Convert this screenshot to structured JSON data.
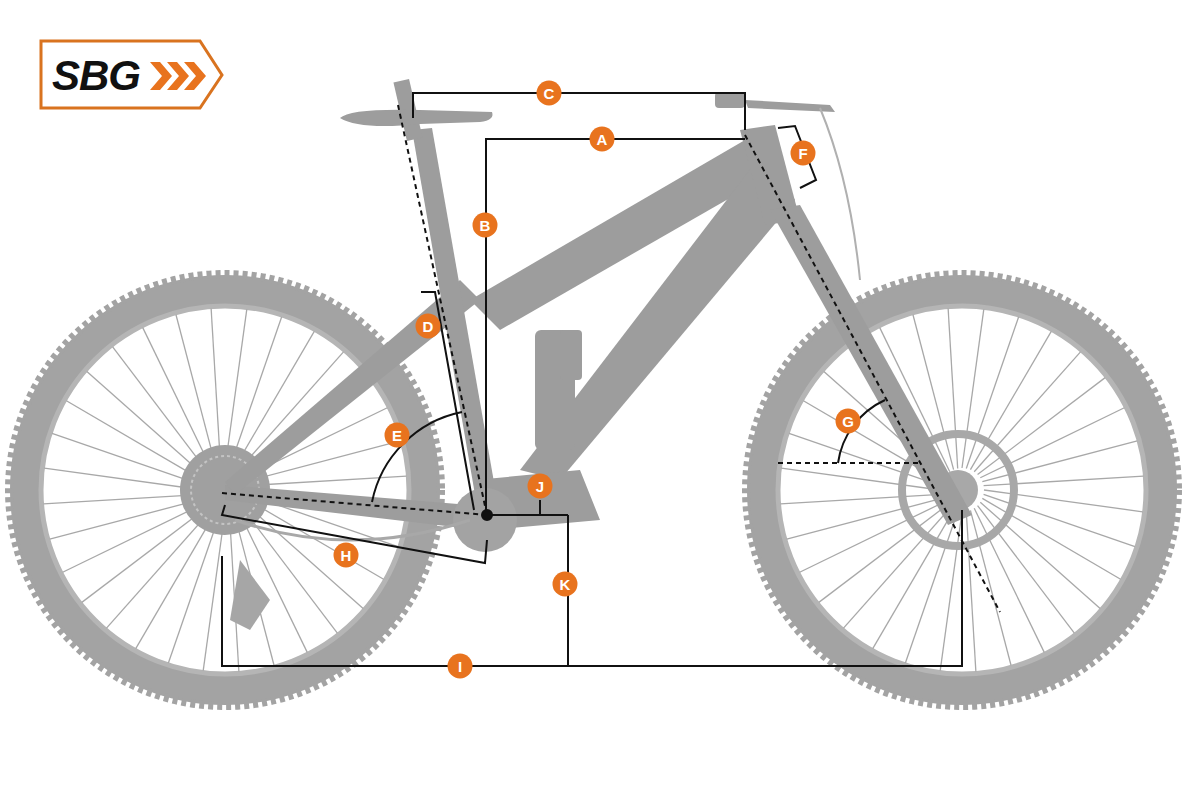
{
  "diagram": {
    "nodes": [
      {
        "text": [
          "SBG"
        ]
      }
    ],
    "labels": [
      "C",
      "A",
      "F",
      "B",
      "D",
      "G",
      "E",
      "J",
      "H",
      "K",
      "I"
    ]
  }
}
